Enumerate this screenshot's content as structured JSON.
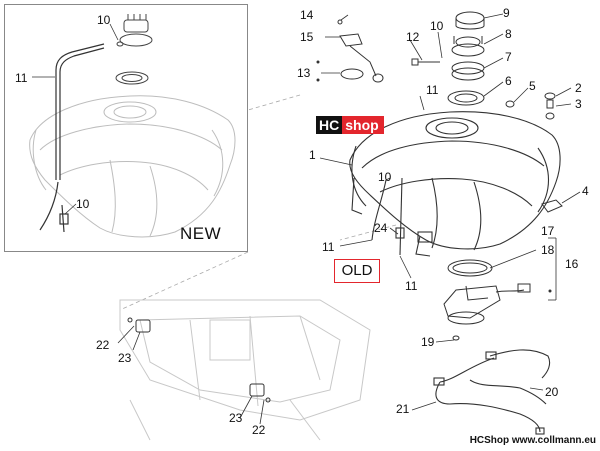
{
  "panel": {
    "new_label": "NEW"
  },
  "old_label": "OLD",
  "logo": {
    "part_a": "HC",
    "part_b": "shop"
  },
  "footer": "HCShop www.collmann.eu",
  "colors": {
    "accent": "#e3262d",
    "line": "#333333",
    "faint": "#c8c8c8"
  },
  "callouts": {
    "n_new_10": "10",
    "n_new_11": "11",
    "n_new_10b": "10",
    "n_14": "14",
    "n_15": "15",
    "n_13": "13",
    "n_10": "10",
    "n_12": "12",
    "n_9": "9",
    "n_8": "8",
    "n_7": "7",
    "n_6": "6",
    "n_5": "5",
    "n_2": "2",
    "n_3": "3",
    "n_11a": "11",
    "n_1": "1",
    "n_4": "4",
    "n_10b": "10",
    "n_24": "24",
    "n_11b": "11",
    "n_11c": "11",
    "n_17": "17",
    "n_18": "18",
    "n_16": "16",
    "n_19": "19",
    "n_20": "20",
    "n_21": "21",
    "n_22a": "22",
    "n_23a": "23",
    "n_23b": "23",
    "n_22b": "22"
  }
}
